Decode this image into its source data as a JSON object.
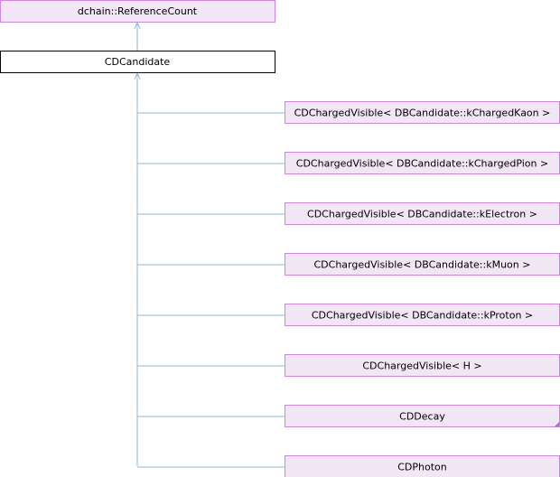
{
  "colors": {
    "node_fill": "#f2e5f5",
    "node_border": "#cc88dd",
    "focus_fill": "#ffffff",
    "focus_border": "#000000",
    "edge": "#8fb8d6",
    "marker": "#b070c8"
  },
  "base": {
    "label": "dchain::ReferenceCount"
  },
  "focus": {
    "label": "CDCandidate"
  },
  "children": [
    {
      "label": "CDChargedVisible< DBCandidate::kChargedKaon >",
      "has_more_marker": false
    },
    {
      "label": "CDChargedVisible< DBCandidate::kChargedPion >",
      "has_more_marker": false
    },
    {
      "label": "CDChargedVisible< DBCandidate::kElectron >",
      "has_more_marker": false
    },
    {
      "label": "CDChargedVisible< DBCandidate::kMuon >",
      "has_more_marker": false
    },
    {
      "label": "CDChargedVisible< DBCandidate::kProton >",
      "has_more_marker": false
    },
    {
      "label": "CDChargedVisible< H >",
      "has_more_marker": false
    },
    {
      "label": "CDDecay",
      "has_more_marker": true
    },
    {
      "label": "CDPhoton",
      "has_more_marker": false
    }
  ]
}
